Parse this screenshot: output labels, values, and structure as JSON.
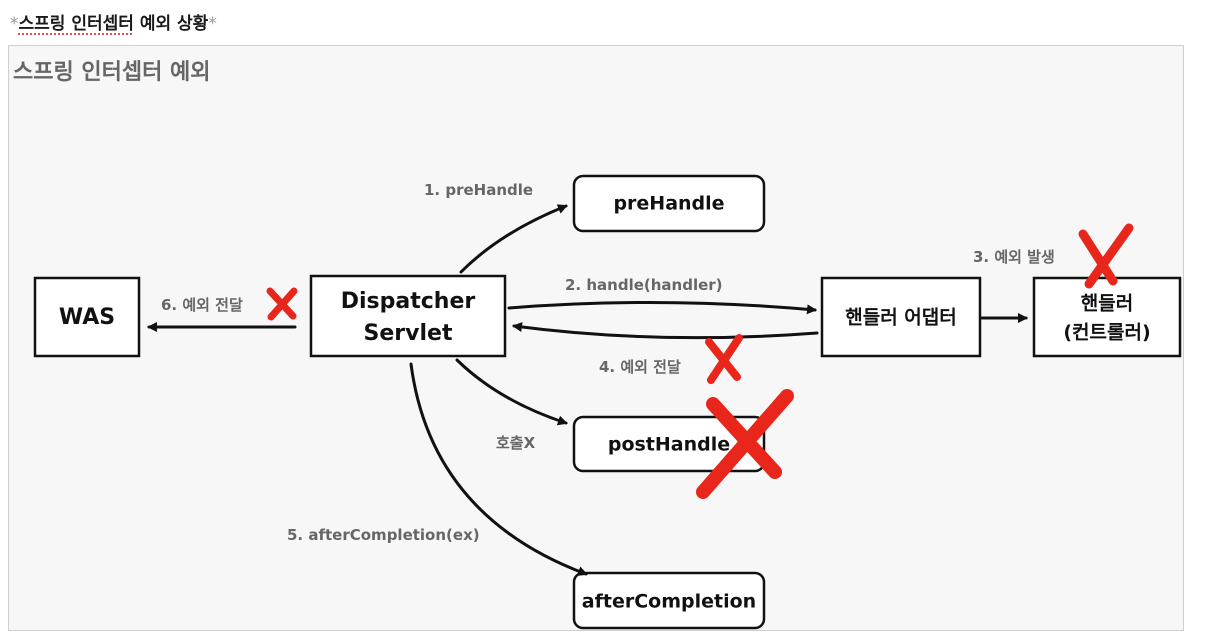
{
  "page_title": {
    "prefix": "*",
    "underlined": "스프링 인터셉터",
    "rest": " 예외 상황",
    "suffix": "*"
  },
  "diagram": {
    "title": "스프링 인터셉터 예외",
    "boxes": {
      "was": "WAS",
      "dispatcher_line1": "Dispatcher",
      "dispatcher_line2": "Servlet",
      "prehandle": "preHandle",
      "handler_adapter": "핸들러 어댑터",
      "handler_line1": "핸들러",
      "handler_line2": "(컨트롤러)",
      "posthandle": "postHandle",
      "aftercompletion": "afterCompletion"
    },
    "edges": {
      "step1": "1. preHandle",
      "step2": "2. handle(handler)",
      "step3": "3. 예외 발생",
      "step4": "4. 예외 전달",
      "step5": "5. afterCompletion(ex)",
      "step6": "6. 예외 전달",
      "not_called": "호출X"
    }
  },
  "colors": {
    "x_mark": "#e8261b",
    "label_gray": "#666666",
    "frame_bg": "#f7f7f7"
  }
}
